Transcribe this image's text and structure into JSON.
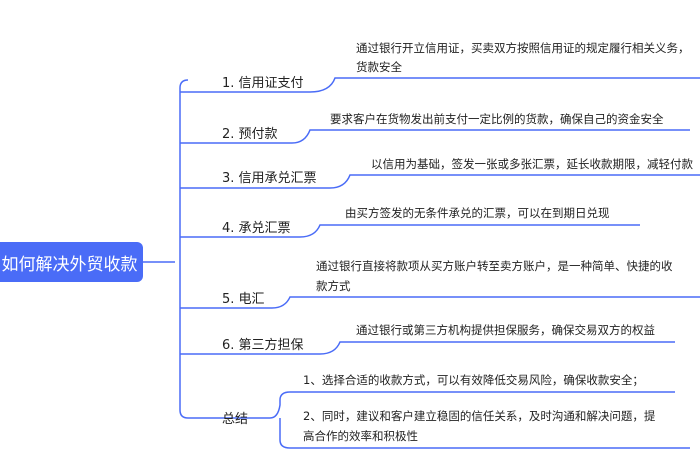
{
  "root": "如何解决外贸收款",
  "branches": [
    {
      "label": "1. 信用证支付",
      "details": [
        "通过银行开立信用证，买卖双方按照信用证的规定履行相关义务，",
        "货款安全"
      ]
    },
    {
      "label": "2. 预付款",
      "details": [
        "要求客户在货物发出前支付一定比例的货款，确保自己的资金安全"
      ]
    },
    {
      "label": "3. 信用承兑汇票",
      "details": [
        "以信用为基础，签发一张或多张汇票，延长收款期限，减轻付款"
      ]
    },
    {
      "label": "4. 承兑汇票",
      "details": [
        "由买方签发的无条件承兑的汇票，可以在到期日兑现"
      ]
    },
    {
      "label": "5. 电汇",
      "details": [
        "通过银行直接将款项从买方账户转至卖方账户，是一种简单、快捷的收",
        "款方式"
      ]
    },
    {
      "label": "6. 第三方担保",
      "details": [
        "通过银行或第三方机构提供担保服务，确保交易双方的权益"
      ]
    },
    {
      "label": "总结",
      "details": [
        "1、选择合适的收款方式，可以有效降低交易风险，确保收款安全；",
        "2、同时，建议和客户建立稳固的信任关系，及时沟通和解决问题，提",
        "高合作的效率和积极性"
      ]
    }
  ],
  "colors": {
    "root_bg": "#4a6cf7",
    "line": "#4a6cf7"
  }
}
